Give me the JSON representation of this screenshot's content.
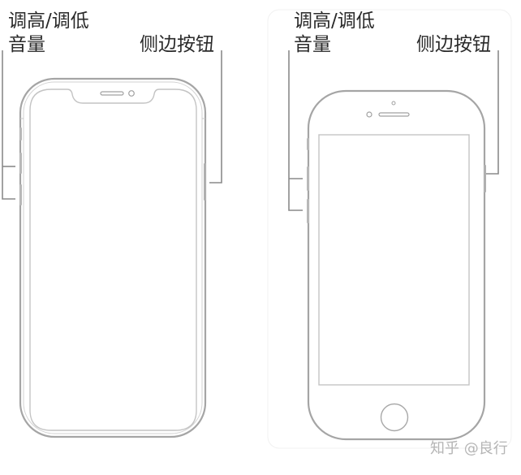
{
  "phones": [
    {
      "id": "face-id-model",
      "labels": {
        "volume_line1": "调高/调低",
        "volume_line2": "音量",
        "side_button": "侧边按钮"
      }
    },
    {
      "id": "home-button-model",
      "labels": {
        "volume_line1": "调高/调低",
        "volume_line2": "音量",
        "side_button": "侧边按钮"
      }
    }
  ],
  "watermark": "知乎 @良行",
  "colors": {
    "outline": "#9a9a9a",
    "outline_light": "#c8c8c8",
    "bracket": "#8a8a8a",
    "text": "#2a2a2a"
  }
}
